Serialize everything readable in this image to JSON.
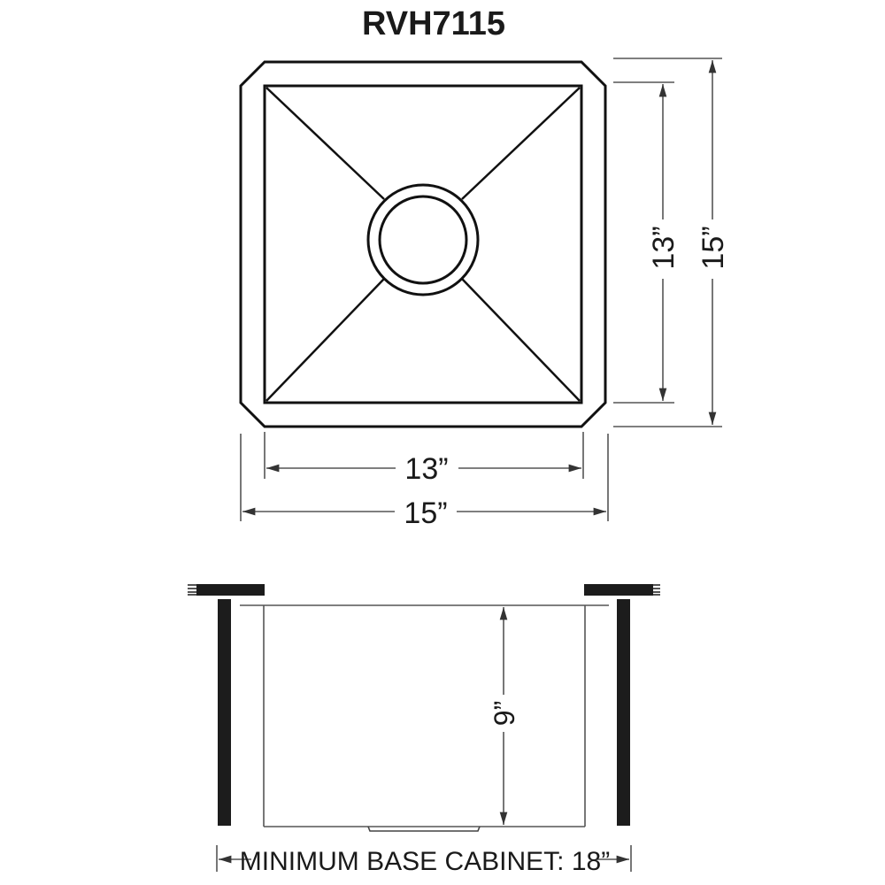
{
  "title": "RVH7115",
  "top_view": {
    "inner_width_label": "13”",
    "outer_width_label": "15”",
    "inner_height_label": "13”",
    "outer_height_label": "15”"
  },
  "side_view": {
    "depth_label": "9”",
    "cabinet_label": "MINIMUM BASE CABINET: 18”"
  },
  "colors": {
    "line": "#111111",
    "dim_line": "#555555",
    "text": "#1a1a1a",
    "background": "#ffffff"
  }
}
